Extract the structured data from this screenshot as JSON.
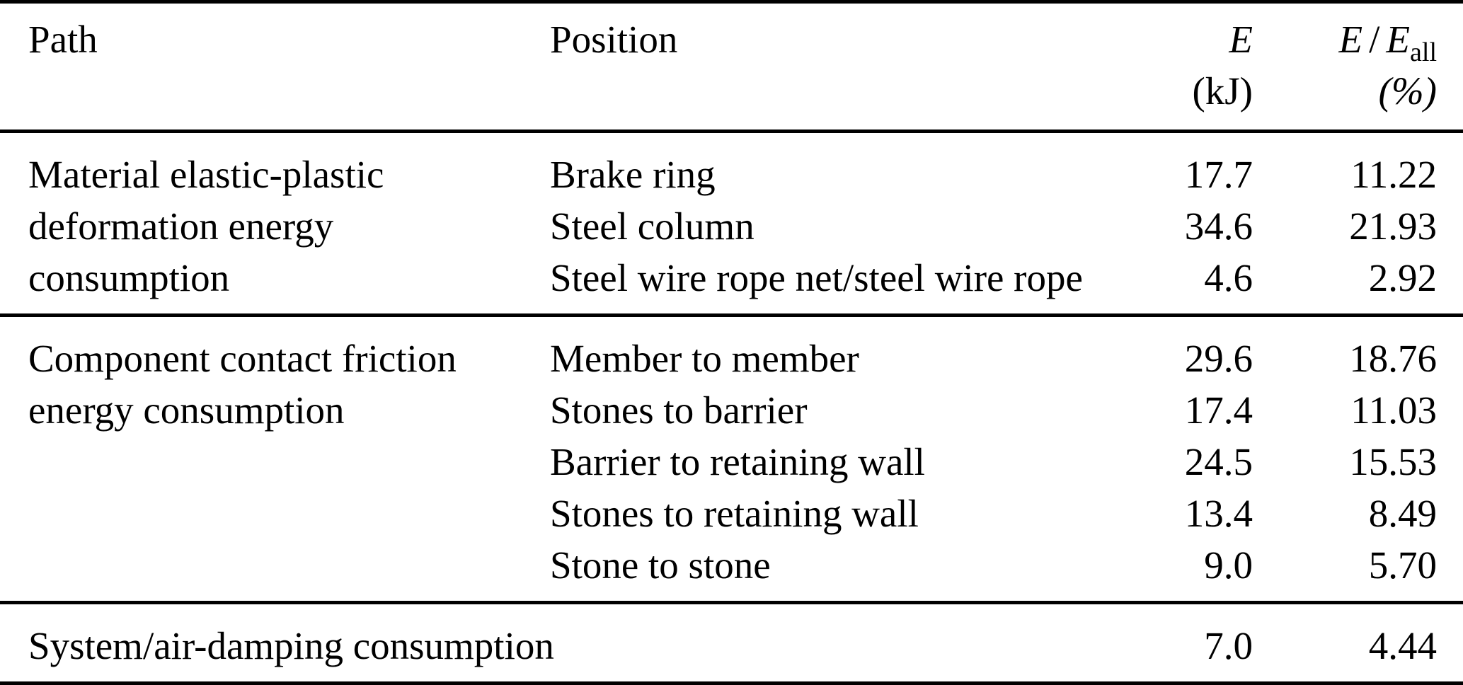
{
  "table": {
    "header": {
      "path": "Path",
      "position": "Position",
      "e_symbol": "E",
      "e_unit": "(kJ)",
      "ratio_e1": "E",
      "ratio_slash": "/",
      "ratio_e2": "E",
      "ratio_subscript": "all",
      "ratio_unit": "(%)"
    },
    "sections": [
      {
        "path": "Material elastic-plastic deformation energy consumption",
        "rows": [
          {
            "position": "Brake ring",
            "e_kj": "17.7",
            "pct": "11.22"
          },
          {
            "position": "Steel column",
            "e_kj": "34.6",
            "pct": "21.93"
          },
          {
            "position": "Steel wire rope net/steel wire rope",
            "e_kj": "4.6",
            "pct": "2.92"
          }
        ]
      },
      {
        "path": "Component contact friction energy consumption",
        "rows": [
          {
            "position": "Member to member",
            "e_kj": "29.6",
            "pct": "18.76"
          },
          {
            "position": "Stones to barrier",
            "e_kj": "17.4",
            "pct": "11.03"
          },
          {
            "position": "Barrier to retaining wall",
            "e_kj": "24.5",
            "pct": "15.53"
          },
          {
            "position": "Stones to retaining wall",
            "e_kj": "13.4",
            "pct": "8.49"
          },
          {
            "position": "Stone to stone",
            "e_kj": "9.0",
            "pct": "5.70"
          }
        ]
      },
      {
        "path": "System/air-damping consumption",
        "rows": [
          {
            "position": "",
            "e_kj": "7.0",
            "pct": "4.44"
          }
        ]
      }
    ]
  }
}
